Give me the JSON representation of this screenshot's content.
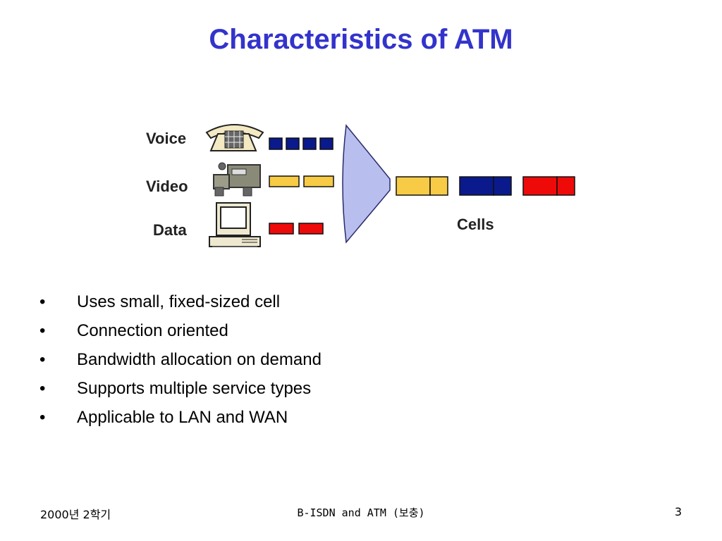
{
  "title": "Characteristics of ATM",
  "diagram": {
    "labels": {
      "voice": "Voice",
      "video": "Video",
      "data": "Data",
      "cells": "Cells"
    },
    "colors": {
      "voice": "#0a1a8c",
      "video": "#f7cb45",
      "data": "#ef0a0a",
      "mux": "#b8bfef"
    }
  },
  "bullets": [
    "Uses small, fixed-sized cell",
    "Connection oriented",
    "Bandwidth allocation on demand",
    "Supports multiple service types",
    "Applicable to LAN and WAN"
  ],
  "bullet_symbol": "•",
  "footer": {
    "left": "2000년 2학기",
    "center": "B-ISDN and ATM (보충)",
    "right": "3"
  }
}
